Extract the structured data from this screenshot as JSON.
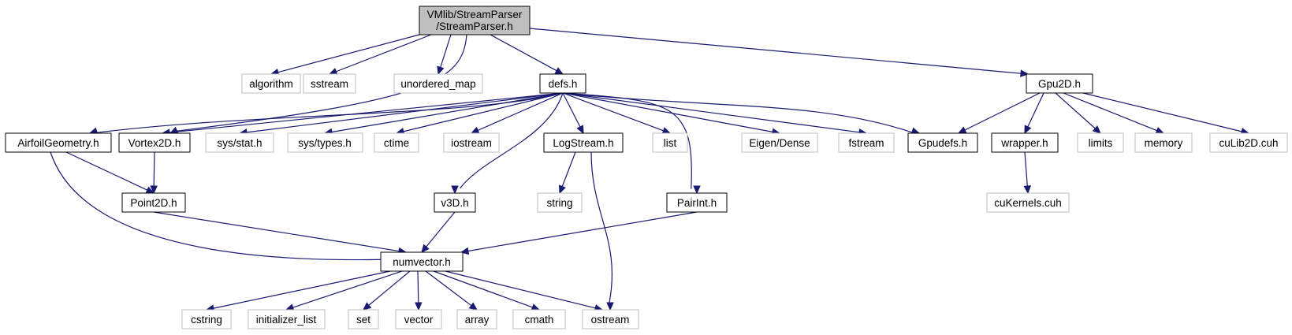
{
  "colors": {
    "edge": "#191970",
    "node_border": "#000000",
    "missing_border": "#bfbfbf",
    "root_fill": "#bfbfbf",
    "node_fill": "#ffffff"
  },
  "nodes": {
    "root_l1": "VMlib/StreamParser",
    "root_l2": "/StreamParser.h",
    "algorithm": "algorithm",
    "sstream": "sstream",
    "unordered_map": "unordered_map",
    "defs": "defs.h",
    "gpu2d": "Gpu2D.h",
    "airfoil": "AirfoilGeometry.h",
    "vortex2d": "Vortex2D.h",
    "sysstat": "sys/stat.h",
    "systypes": "sys/types.h",
    "ctime": "ctime",
    "iostream": "iostream",
    "logstream": "LogStream.h",
    "list": "list",
    "eigen": "Eigen/Dense",
    "fstream": "fstream",
    "gpudefs": "Gpudefs.h",
    "wrapper": "wrapper.h",
    "limits": "limits",
    "memory": "memory",
    "culib2d": "cuLib2D.cuh",
    "point2d": "Point2D.h",
    "v3d": "v3D.h",
    "string": "string",
    "pairint": "PairInt.h",
    "cukernels": "cuKernels.cuh",
    "numvector": "numvector.h",
    "cstring": "cstring",
    "initializer_list": "initializer_list",
    "set": "set",
    "vector": "vector",
    "array": "array",
    "cmath": "cmath",
    "ostream": "ostream"
  },
  "edges": [
    [
      "root",
      "algorithm"
    ],
    [
      "root",
      "sstream"
    ],
    [
      "root",
      "unordered_map"
    ],
    [
      "root",
      "defs"
    ],
    [
      "root",
      "gpu2d"
    ],
    [
      "root",
      "vortex2d"
    ],
    [
      "defs",
      "airfoil"
    ],
    [
      "defs",
      "vortex2d"
    ],
    [
      "defs",
      "sysstat"
    ],
    [
      "defs",
      "systypes"
    ],
    [
      "defs",
      "ctime"
    ],
    [
      "defs",
      "iostream"
    ],
    [
      "defs",
      "logstream"
    ],
    [
      "defs",
      "list"
    ],
    [
      "defs",
      "eigen"
    ],
    [
      "defs",
      "fstream"
    ],
    [
      "defs",
      "gpudefs"
    ],
    [
      "defs",
      "v3d"
    ],
    [
      "defs",
      "pairint"
    ],
    [
      "gpu2d",
      "gpudefs"
    ],
    [
      "gpu2d",
      "wrapper"
    ],
    [
      "gpu2d",
      "limits"
    ],
    [
      "gpu2d",
      "memory"
    ],
    [
      "gpu2d",
      "culib2d"
    ],
    [
      "airfoil",
      "point2d"
    ],
    [
      "airfoil",
      "numvector"
    ],
    [
      "vortex2d",
      "point2d"
    ],
    [
      "point2d",
      "numvector"
    ],
    [
      "v3d",
      "numvector"
    ],
    [
      "pairint",
      "numvector"
    ],
    [
      "logstream",
      "string"
    ],
    [
      "logstream",
      "ostream"
    ],
    [
      "wrapper",
      "cukernels"
    ],
    [
      "numvector",
      "cstring"
    ],
    [
      "numvector",
      "initializer_list"
    ],
    [
      "numvector",
      "set"
    ],
    [
      "numvector",
      "vector"
    ],
    [
      "numvector",
      "array"
    ],
    [
      "numvector",
      "cmath"
    ],
    [
      "numvector",
      "ostream"
    ]
  ]
}
